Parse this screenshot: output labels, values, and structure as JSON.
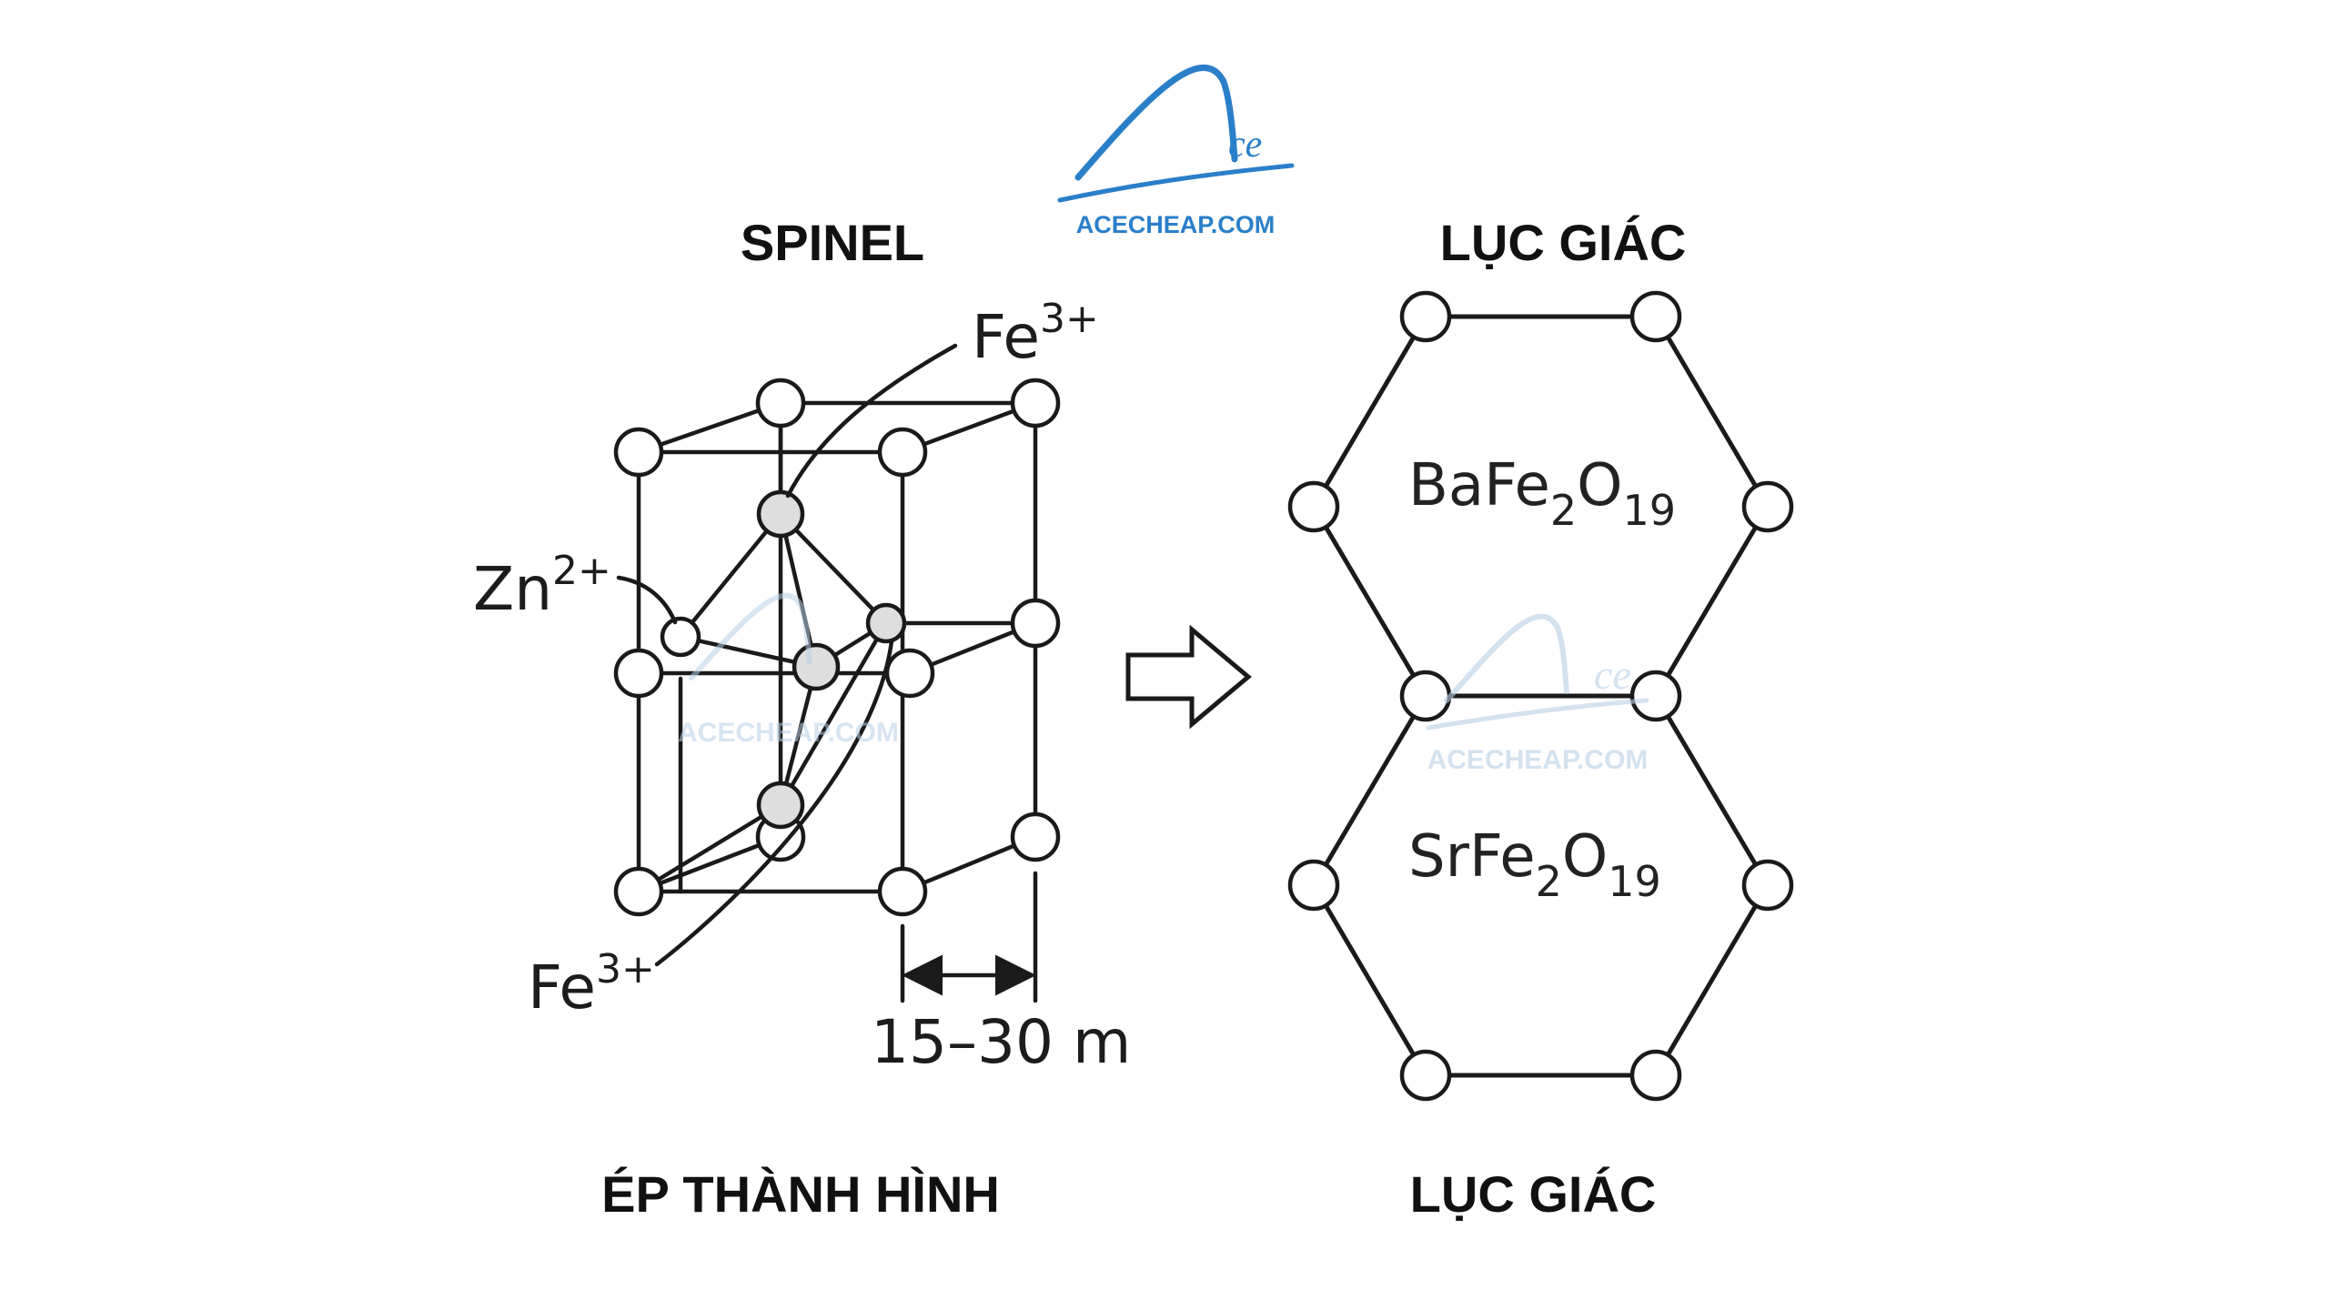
{
  "logo": {
    "mark": "ce",
    "site": "ACECHEAP.COM",
    "color": "#2a7fc9",
    "accent": "#3a9fe0"
  },
  "watermark": {
    "mark": "ce",
    "site": "ACECHEAP.COM",
    "color": "#b8cfe6"
  },
  "titles": {
    "spinel": "SPINEL",
    "hex_top": "LỤC GIÁC",
    "pressing": "ÉP THÀNH HÌNH",
    "hex_bottom": "LỤC GIÁC"
  },
  "spinel_labels": {
    "fe_top": {
      "base": "Fe",
      "sup": "3+"
    },
    "zn": {
      "base": "Zn",
      "sup": "2+"
    },
    "fe_bottom": {
      "base": "Fe",
      "sup": "3+"
    },
    "dimension": "15–30 m"
  },
  "formulas": {
    "top": {
      "p1": "BaFe",
      "s1": "2",
      "p2": "O",
      "s2": "19"
    },
    "bottom": {
      "p1": "SrFe",
      "s1": "2",
      "p2": "O",
      "s2": "19"
    }
  },
  "arrow_icon": "hollow-right-arrow-icon"
}
